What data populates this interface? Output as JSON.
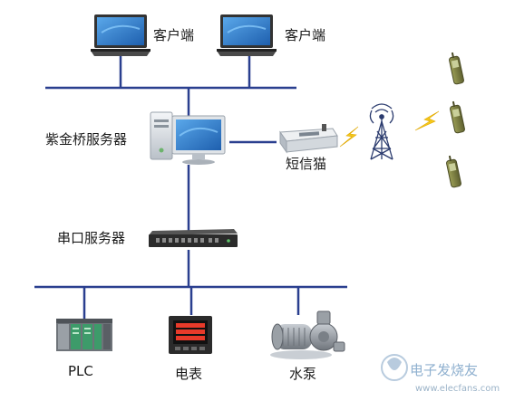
{
  "labels": {
    "client_left": "客户端",
    "client_right": "客户端",
    "main_server": "紫金桥服务器",
    "sms_modem": "短信猫",
    "serial_server": "串口服务器",
    "plc": "PLC",
    "meter": "电表",
    "pump": "水泵"
  },
  "watermark": {
    "logo_text": "电子发烧友",
    "url": "www.elecfans.com"
  },
  "colors": {
    "bus_line": "#2a3f8f",
    "lightning": "#f5c81a",
    "screen_blue": "#2f7fd0",
    "device_dark": "#2b2b2b",
    "plc_green": "#3d9b6a",
    "pump_gray": "#8a8f96",
    "phone_olive": "#7d8040"
  }
}
